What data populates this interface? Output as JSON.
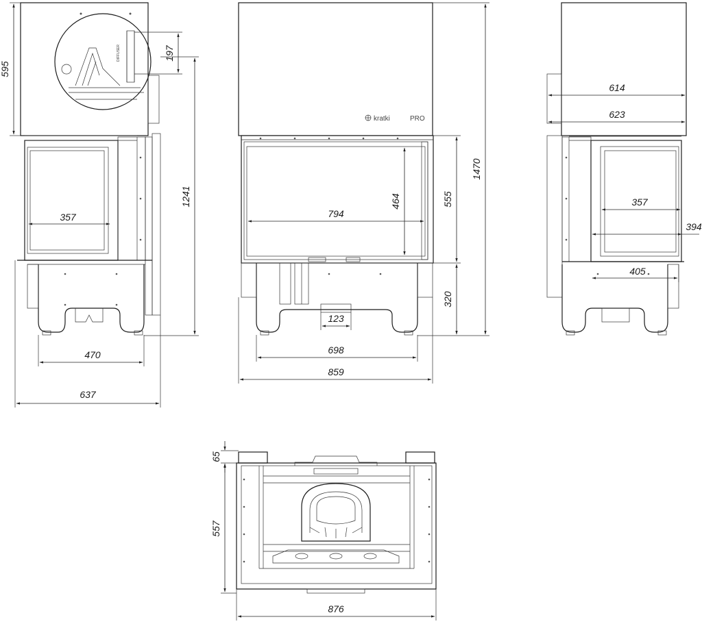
{
  "brand": {
    "logo_text": "kratki",
    "logo_suffix": "PRO"
  },
  "side_view_left": {
    "dims": {
      "top_height": "595",
      "detail_height": "197",
      "total_height": "1241",
      "glass_width": "357",
      "base_width": "470",
      "overall_width": "637"
    }
  },
  "front_view": {
    "dims": {
      "glass_width": "794",
      "glass_height": "464",
      "door_height": "555",
      "total_height": "1470",
      "base_height": "320",
      "outlet_width": "123",
      "base_width": "698",
      "overall_width": "859"
    }
  },
  "side_view_right": {
    "dims": {
      "top_width_inner": "614",
      "top_width_outer": "623",
      "glass_width": "357",
      "side_depth": "394",
      "base_width": "405"
    }
  },
  "top_view": {
    "dims": {
      "rim_height": "65",
      "depth": "557",
      "overall_width": "876"
    }
  }
}
